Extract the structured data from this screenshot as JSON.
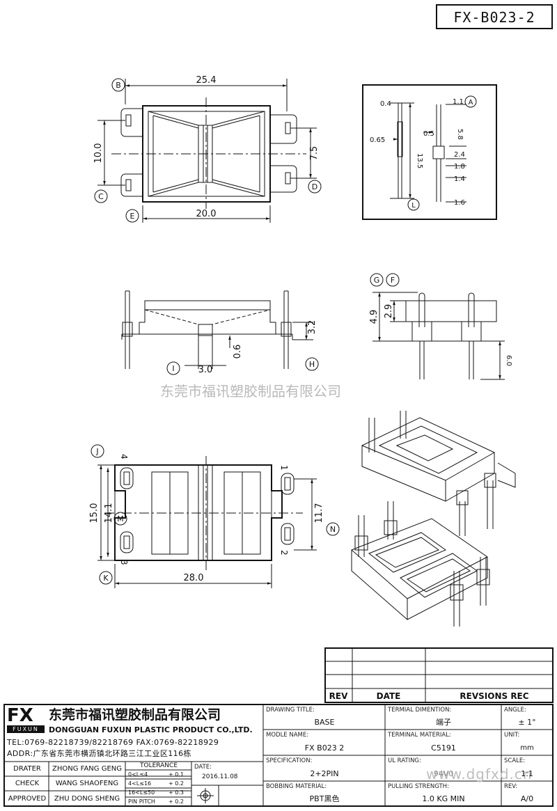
{
  "drawing_number": "FX-B023-2",
  "watermark": {
    "company_cn": "东莞市福讯塑胶制品有限公司",
    "website": "www.dgfxd.cn"
  },
  "dimensions": {
    "top_view": {
      "width_top": "25.4",
      "width_bottom": "20.0",
      "height_left": "10.0",
      "height_right": "7.5"
    },
    "side_detail": {
      "d04": "0.4",
      "d11": "1.1",
      "d58": "5.8",
      "d065": "0.65",
      "d05": "0.5",
      "d135": "13.5",
      "d24": "2.4",
      "d18": "1.8",
      "d14": "1.4",
      "d16": "1.6"
    },
    "front_view": {
      "d32": "3.2",
      "d06": "0.6",
      "d30": "3.0"
    },
    "right_view": {
      "d49": "4.9",
      "d29": "2.9",
      "d60": "6.0"
    },
    "bottom_view": {
      "d150": "15.0",
      "d141": "14.1",
      "d117": "11.7",
      "d280": "28.0",
      "pin1": "1",
      "pin2": "2",
      "pin3": "3",
      "pin4": "4"
    }
  },
  "callouts": [
    "A",
    "B",
    "C",
    "D",
    "E",
    "F",
    "G",
    "H",
    "I",
    "J",
    "K",
    "L",
    "M",
    "N"
  ],
  "revision_table": {
    "headers": [
      "REV",
      "DATE",
      "REVSIONS REC"
    ]
  },
  "title_block": {
    "logo": "FX",
    "logo_sub": "FUXUN",
    "company_cn": "东莞市福讯塑胶制品有限公司",
    "company_en": "DONGGUAN FUXUN PLASTIC PRODUCT CO.,LTD.",
    "tel": "TEL:0769-82218739/82218769 FAX:0769-82218929",
    "addr": "ADDR:广东省东莞市横沥镇北环路三江工业区116栋",
    "drater_label": "DRATER",
    "drater": "ZHONG FANG GENG",
    "check_label": "CHECK",
    "check": "WANG SHAOFENG",
    "approved_label": "APPROVED",
    "approved": "ZHU DONG SHENG",
    "tolerance_label": "TOLERANCE",
    "tolerance_rows": [
      {
        "range": "0<L≤4",
        "value": "+ 0.1"
      },
      {
        "range": "4<L≤16",
        "value": "+ 0.2"
      },
      {
        "range": "16<L≤50",
        "value": "+ 0.3"
      },
      {
        "range": "PIN PITCH",
        "value": "+ 0.2"
      }
    ],
    "date_label": "DATE:",
    "date": "2016.11.08",
    "drawing_title_label": "DRAWING TITLE:",
    "drawing_title": "BASE",
    "model_name_label": "MODLE NAME:",
    "model_name": "FX B023 2",
    "specification_label": "SPECIFICATION:",
    "specification": "2+2PIN",
    "bobbing_material_label": "BOBBING MATERIAL:",
    "bobbing_material": "PBT黑色",
    "terminal_dimension_label": "TERMIAL DIMENTION:",
    "terminal_dimension": "端子",
    "terminal_material_label": "TERMINAL MATERIAL:",
    "terminal_material": "C5191",
    "ul_rating_label": "UL RATING:",
    "ul_rating": "94V0",
    "pulling_strength_label": "PULLING STRENGTH:",
    "pulling_strength": "1.0 KG MIN",
    "angle_label": "ANGLE:",
    "angle": "± 1°",
    "unit_label": "UNIT:",
    "unit": "mm",
    "scale_label": "SCALE:",
    "scale": "1:1",
    "rev_label": "REV:",
    "rev": "A/0"
  }
}
